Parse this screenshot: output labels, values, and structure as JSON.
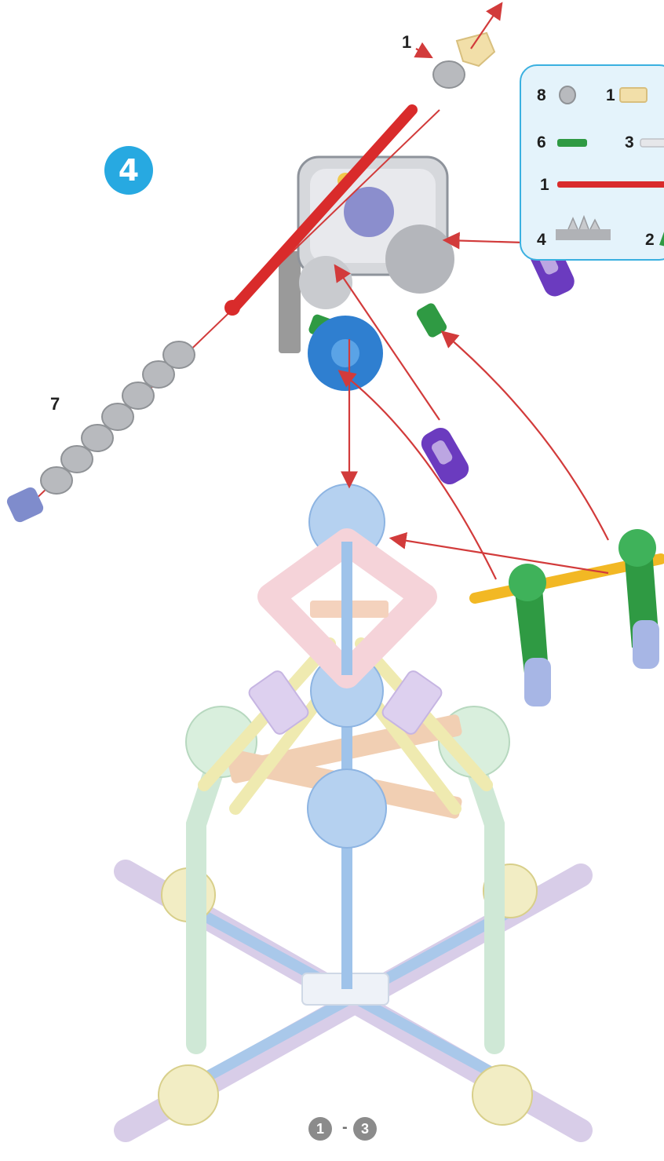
{
  "step": {
    "number": "4",
    "badge_color": "#27a9e1"
  },
  "callouts": {
    "top_connector_qty": "1",
    "rod_connectors_qty": "7"
  },
  "parts_list": {
    "items": [
      {
        "qty": "8",
        "part": "gray-spacer-icon"
      },
      {
        "qty": "1",
        "part": "tan-clip-icon"
      },
      {
        "qty": "6",
        "part": "green-connector-icon"
      },
      {
        "qty": "3",
        "part": "white-connector-icon"
      },
      {
        "qty": "1",
        "part": "red-rod-icon"
      },
      {
        "qty": "4",
        "part": "gray-gear-block-icon"
      },
      {
        "qty": "2",
        "part": "green-gear-arm-icon"
      }
    ]
  },
  "substeps": {
    "from": "1",
    "separator": "-",
    "to": "3"
  },
  "colors": {
    "arrow": "#d23b3b",
    "rod_red": "#d92b2b",
    "gear_blue": "#2f7fd0",
    "purple_clip": "#6b3bbf",
    "green_part": "#2f9a43",
    "yellow_rod": "#f2b824"
  }
}
